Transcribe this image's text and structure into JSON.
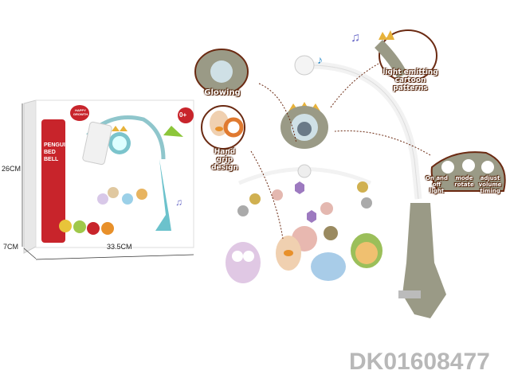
{
  "product": {
    "sku": "DK01608477",
    "box": {
      "title_lines": [
        "PENGUIN",
        "BED",
        "BELL"
      ],
      "badge": "HAPPY GROWTH",
      "age": "0+",
      "dimensions": {
        "height": "26CM",
        "depth": "7CM",
        "width": "33.5CM"
      }
    },
    "callouts": {
      "glowing": "Glowing",
      "light_patterns": "light emitting cartoon patterns",
      "hand_grip": "Hand grip design",
      "controls": [
        "On and off light",
        "mode rotate",
        "adjust volume timing"
      ]
    },
    "colors": {
      "accent": "#c8242b",
      "toy_body": "#9a9a86",
      "callout_border": "#6b2a12",
      "sku": "#b8b8b8"
    }
  }
}
